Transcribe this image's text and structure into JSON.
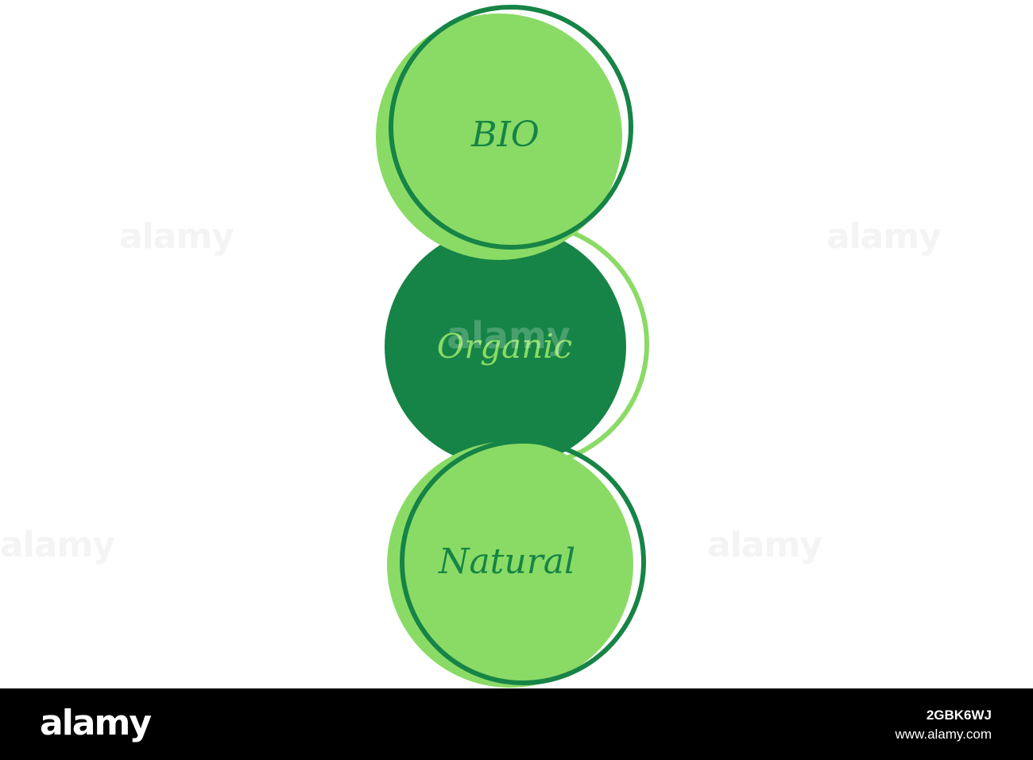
{
  "circles": [
    {
      "label": "BIO",
      "fill": "#8adb65",
      "ring": "#168446",
      "text_color": "#168446"
    },
    {
      "label": "Organic",
      "fill": "#168446",
      "ring": "#8adb65",
      "text_color": "#8adb65"
    },
    {
      "label": "Natural",
      "fill": "#8adb65",
      "ring": "#168446",
      "text_color": "#168446"
    }
  ],
  "watermark": {
    "text": "alamy"
  },
  "footer": {
    "logo": "alamy",
    "image_id": "2GBK6WJ",
    "site": "www.alamy.com"
  }
}
